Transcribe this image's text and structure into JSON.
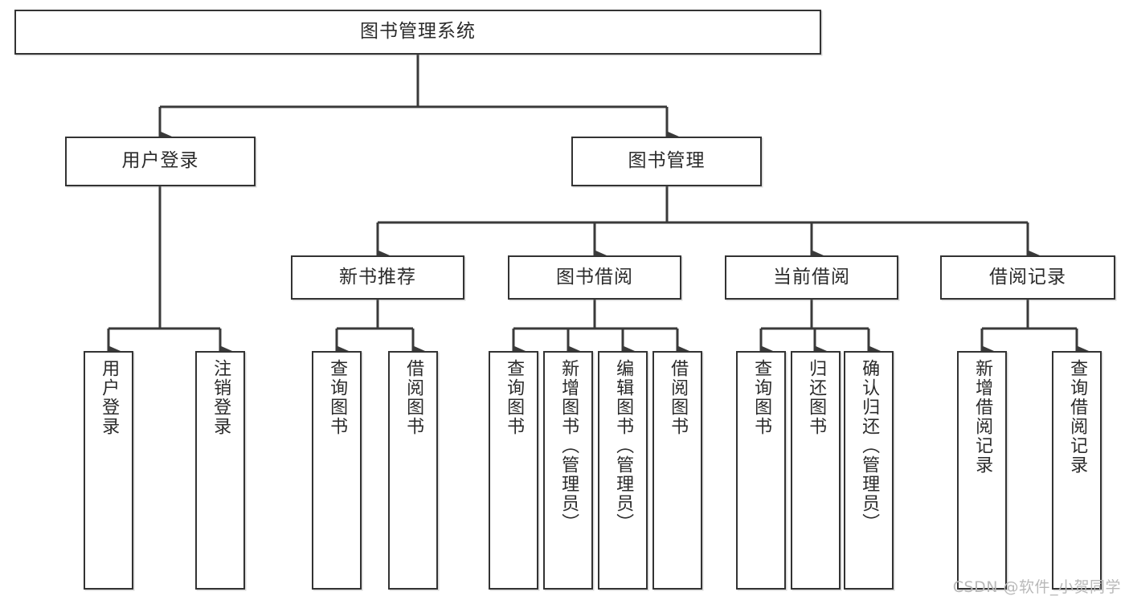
{
  "diagram": {
    "title": "图书管理系统",
    "type": "tree",
    "watermark": "CSDN @软件_小贺同学",
    "colors": {
      "box_border": "#333333",
      "box_fill": "#ffffff",
      "connector": "#3a3a3a",
      "text": "#2b2b2b",
      "watermark": "#b9b9b9",
      "background": "#ffffff"
    },
    "levels": {
      "root": {
        "id": "root",
        "label": "图书管理系统",
        "orientation": "horizontal"
      },
      "level2": [
        {
          "id": "user-login",
          "label": "用户登录",
          "orientation": "horizontal"
        },
        {
          "id": "book-management",
          "label": "图书管理",
          "orientation": "horizontal"
        }
      ],
      "level3": [
        {
          "id": "new-book-recommend",
          "label": "新书推荐",
          "orientation": "horizontal",
          "parent": "book-management"
        },
        {
          "id": "book-borrow",
          "label": "图书借阅",
          "orientation": "horizontal",
          "parent": "book-management"
        },
        {
          "id": "current-borrow",
          "label": "当前借阅",
          "orientation": "horizontal",
          "parent": "book-management"
        },
        {
          "id": "borrow-record",
          "label": "借阅记录",
          "orientation": "horizontal",
          "parent": "book-management"
        }
      ],
      "leaves": [
        {
          "id": "leaf-user-login",
          "label": "用户登录",
          "orientation": "vertical",
          "parent": "user-login"
        },
        {
          "id": "leaf-user-logout",
          "label": "注销登录",
          "orientation": "vertical",
          "parent": "user-login"
        },
        {
          "id": "leaf-query-book-1",
          "label": "查询图书",
          "orientation": "vertical",
          "parent": "new-book-recommend"
        },
        {
          "id": "leaf-borrow-book-1",
          "label": "借阅图书",
          "orientation": "vertical",
          "parent": "new-book-recommend"
        },
        {
          "id": "leaf-query-book-2",
          "label": "查询图书",
          "orientation": "vertical",
          "parent": "book-borrow"
        },
        {
          "id": "leaf-add-book",
          "label": "新增图书（管理员）",
          "orientation": "vertical",
          "parent": "book-borrow"
        },
        {
          "id": "leaf-edit-book",
          "label": "编辑图书（管理员）",
          "orientation": "vertical",
          "parent": "book-borrow"
        },
        {
          "id": "leaf-borrow-book-2",
          "label": "借阅图书",
          "orientation": "vertical",
          "parent": "book-borrow"
        },
        {
          "id": "leaf-query-book-3",
          "label": "查询图书",
          "orientation": "vertical",
          "parent": "current-borrow"
        },
        {
          "id": "leaf-return-book",
          "label": "归还图书",
          "orientation": "vertical",
          "parent": "current-borrow"
        },
        {
          "id": "leaf-confirm-return",
          "label": "确认归还（管理员）",
          "orientation": "vertical",
          "parent": "current-borrow"
        },
        {
          "id": "leaf-add-record",
          "label": "新增借阅记录",
          "orientation": "vertical",
          "parent": "borrow-record"
        },
        {
          "id": "leaf-query-record",
          "label": "查询借阅记录",
          "orientation": "vertical",
          "parent": "borrow-record"
        }
      ]
    }
  }
}
